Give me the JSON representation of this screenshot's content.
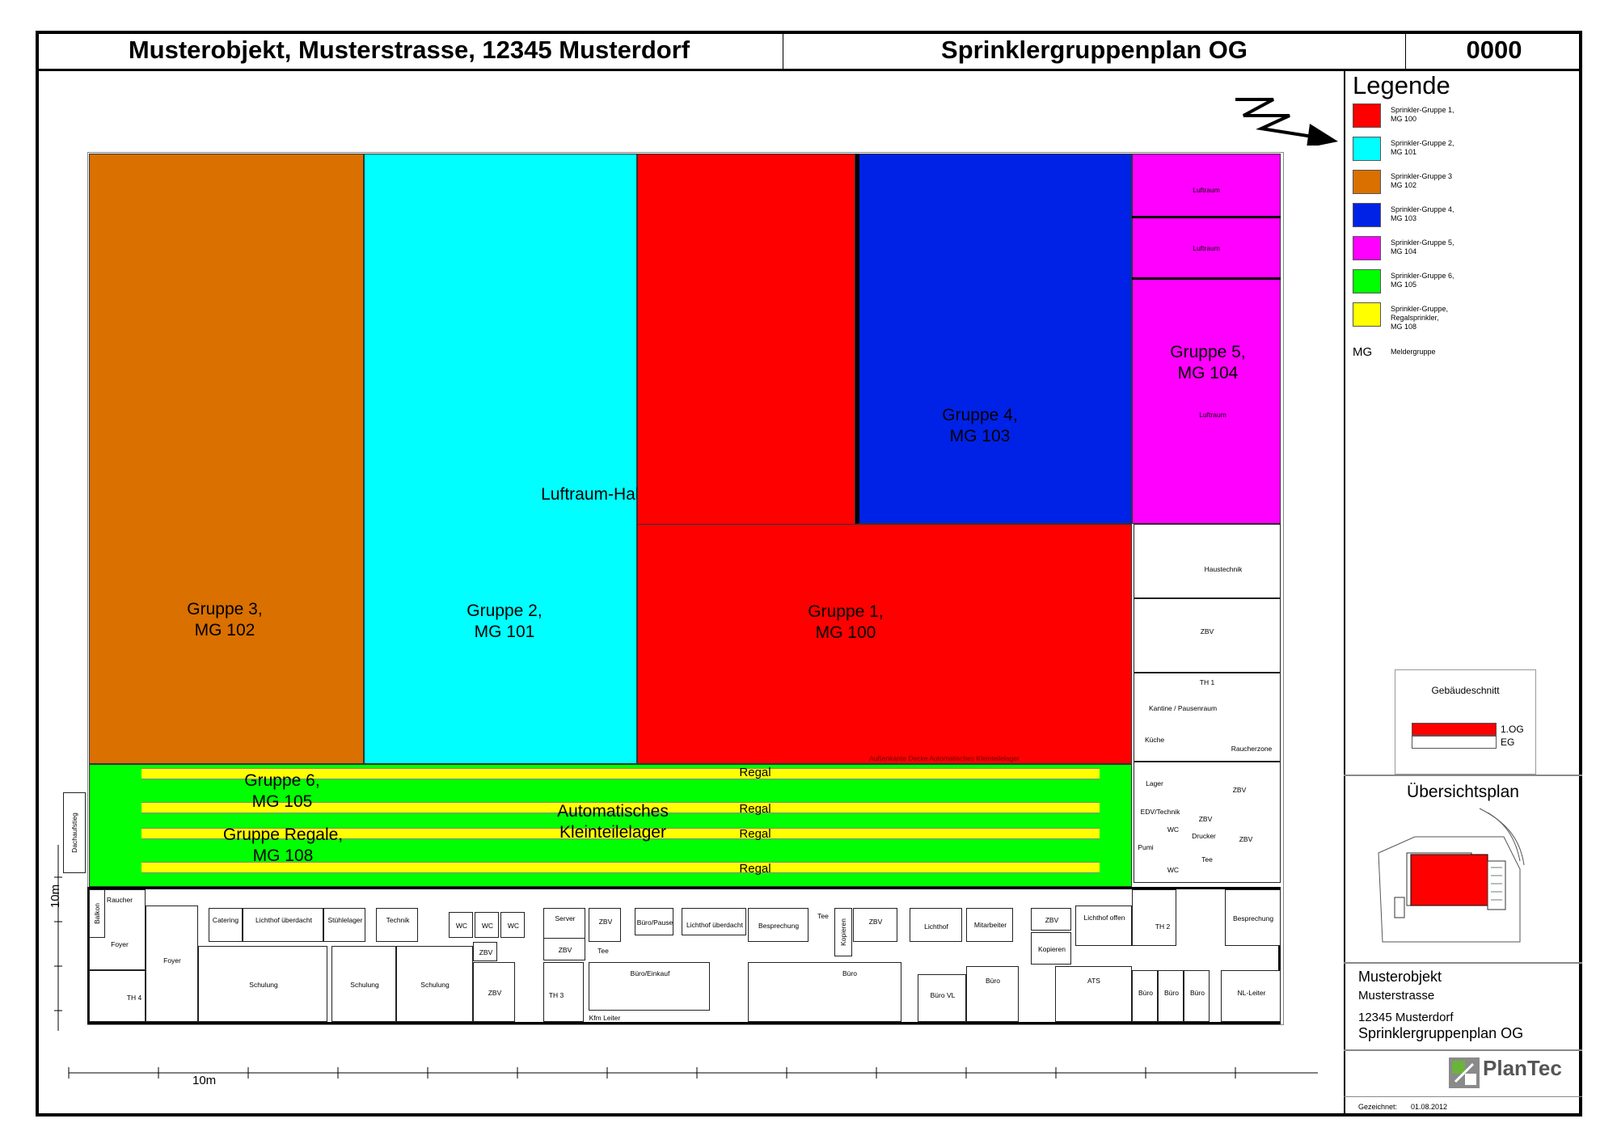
{
  "header": {
    "address": "Musterobjekt, Musterstrasse, 12345 Musterdorf",
    "plan_title": "Sprinklergruppenplan OG",
    "number": "0000"
  },
  "colors": {
    "gruppe1": "#ff0000",
    "gruppe2": "#00ffff",
    "gruppe3": "#d97000",
    "gruppe4": "#0022e6",
    "gruppe5": "#ff00ff",
    "gruppe6": "#00ff00",
    "regal": "#ffff00"
  },
  "zones": {
    "g3": "Gruppe 3,\nMG 102",
    "g2": "Gruppe 2,\nMG 101",
    "g1": "Gruppe 1,\nMG 100",
    "g4": "Gruppe 4,\nMG 103",
    "g5": "Gruppe 5,\nMG 104",
    "g6": "Gruppe 6,\nMG 105",
    "regale": "Gruppe Regale,\nMG 108",
    "luftraum_halle": "Luftraum-Halle",
    "akl": "Automatisches\nKleinteilelager",
    "regal": "Regal",
    "luftraum": "Luftraum",
    "akl_note": "Außenkante Decke Automatisches Kleinteilelager",
    "dachaufstieg": "Dachaufstieg"
  },
  "rooms": {
    "haustechnik": "Haustechnik",
    "zbv": "ZBV",
    "th1": "TH 1",
    "th2": "TH 2",
    "th3": "TH 3",
    "th4": "TH 4",
    "kantine": "Kantine / Pausenraum",
    "kueche": "Küche",
    "raucherzone": "Raucherzone",
    "lager": "Lager",
    "edv": "EDV/Technik",
    "wc": "WC",
    "drucker": "Drucker",
    "tee": "Tee",
    "pumi": "Pumi",
    "raucher": "Raucher",
    "balkon": "Balkon",
    "foyer": "Foyer",
    "catering": "Catering",
    "lichthof_ueberdacht": "Lichthof überdacht",
    "stuehlelager": "Stühlelager",
    "technik": "Technik",
    "server": "Server",
    "buero_pause": "Büro/Pause",
    "besprechung": "Besprechung",
    "kopieren": "Kopieren",
    "lichthof": "Lichthof",
    "mitarbeiter": "Mitarbeiter",
    "lichthof_offen": "Lichthof offen",
    "schulung": "Schulung",
    "buero_einkauf": "Büro/Einkauf",
    "buero": "Büro",
    "buero_vl": "Büro VL",
    "ats": "ATS",
    "nl_leiter": "NL-Leiter",
    "kfm_leiter": "Kfm Leiter"
  },
  "scale": {
    "vertical": "10m",
    "horizontal": "10m"
  },
  "legend": {
    "title": "Legende",
    "items": [
      {
        "label": "Sprinkler-Gruppe 1,\nMG 100",
        "color": "#ff0000"
      },
      {
        "label": "Sprinkler-Gruppe 2,\nMG 101",
        "color": "#00ffff"
      },
      {
        "label": "Sprinkler-Gruppe 3\nMG 102",
        "color": "#d97000"
      },
      {
        "label": "Sprinkler-Gruppe 4,\nMG 103",
        "color": "#0022e6"
      },
      {
        "label": "Sprinkler-Gruppe 5,\nMG 104",
        "color": "#ff00ff"
      },
      {
        "label": "Sprinkler-Gruppe 6,\nMG 105",
        "color": "#00ff00"
      },
      {
        "label": "Sprinkler-Gruppe,\nRegalsprinkler,\nMG 108",
        "color": "#ffff00"
      }
    ],
    "mg_abbr": "MG",
    "mg_text": "Meldergruppe"
  },
  "section": {
    "title": "Gebäudeschnitt",
    "og": "1.OG",
    "eg": "EG"
  },
  "overview": {
    "title": "Übersichtsplan"
  },
  "info": {
    "line1": "Musterobjekt",
    "line2": "Musterstrasse",
    "line3": "12345 Musterdorf",
    "line4": "Sprinklergruppenplan OG"
  },
  "logo": {
    "name": "PlanTec"
  },
  "footer": {
    "drawn_label": "Gezeichnet:",
    "drawn_date": "01.08.2012"
  }
}
